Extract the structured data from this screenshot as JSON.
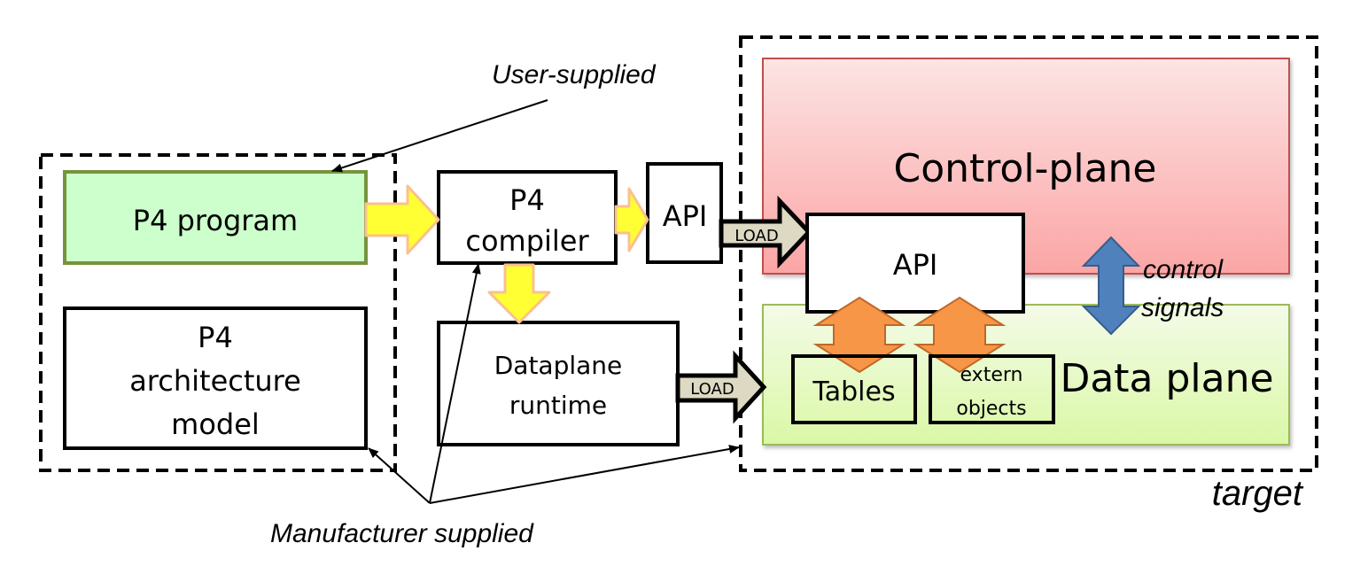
{
  "annotations": {
    "user_supplied": "User-supplied",
    "manufacturer_supplied": "Manufacturer supplied",
    "target": "target",
    "control_signals": [
      "control",
      "signals"
    ]
  },
  "boxes": {
    "p4_program": {
      "lines": [
        "P4 program"
      ],
      "fill": "#ccffcc",
      "stroke": "#77933c"
    },
    "p4_architecture_model": {
      "lines": [
        "P4",
        "architecture",
        "model"
      ]
    },
    "p4_compiler": {
      "lines": [
        "P4",
        "compiler"
      ]
    },
    "api_left": {
      "lines": [
        "API"
      ]
    },
    "dataplane_runtime": {
      "lines": [
        "Dataplane",
        "runtime"
      ]
    },
    "api_target": {
      "lines": [
        "API"
      ]
    },
    "tables": {
      "lines": [
        "Tables"
      ]
    },
    "extern_objects": {
      "lines": [
        "extern",
        "objects"
      ]
    }
  },
  "regions": {
    "control_plane": {
      "label": "Control-plane",
      "fill_top": "#fde4e4",
      "fill_bottom": "#fba5a5",
      "stroke": "#c0504d"
    },
    "data_plane": {
      "label": "Data plane",
      "fill_top": "#f4fbe8",
      "fill_bottom": "#daf8a6",
      "stroke": "#9bbb59"
    }
  },
  "arrows": {
    "load_label": "LOAD",
    "flow_fill": "#ffff33",
    "flow_stroke": "#fac090",
    "load_fill": "#ddd9c3",
    "bidir_orange": "#f79646",
    "bidir_blue": "#4f81bd"
  }
}
